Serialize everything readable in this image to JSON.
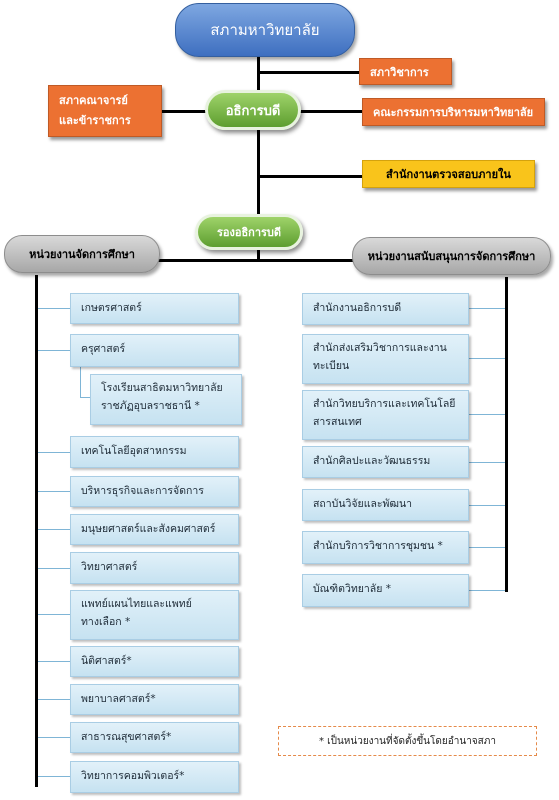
{
  "top": "สภามหาวิทยาลัย",
  "council_academic": "สภาวิชาการ",
  "senate": [
    "สภาคณาจารย์",
    "และข้าราชการ"
  ],
  "president": "อธิการบดี",
  "exec_committee": "คณะกรรมการบริหารมหาวิทยาลัย",
  "audit": "สำนักงานตรวจสอบภายใน",
  "vice_president": "รองอธิการบดี",
  "left_group": "หน่วยงานจัดการศึกษา",
  "right_group": "หน่วยงานสนับสนุนการจัดการศึกษา",
  "left_units": [
    [
      "เกษตรศาสตร์"
    ],
    [
      "ครุศาสตร์"
    ],
    [
      "โรงเรียนสาธิตมหาวิทยาลัย",
      "ราชภัฏอุบลราชธานี *"
    ],
    [
      "เทคโนโลยีอุตสาหกรรม"
    ],
    [
      "บริหารธุรกิจและการจัดการ"
    ],
    [
      "มนุษยศาสตร์และสังคมศาสตร์"
    ],
    [
      "วิทยาศาสตร์"
    ],
    [
      "แพทย์แผนไทยและแพทย์",
      "ทางเลือก *"
    ],
    [
      "นิติศาสตร์*"
    ],
    [
      "พยาบาลศาสตร์*"
    ],
    [
      "สาธารณสุขศาสตร์*"
    ],
    [
      "วิทยาการคอมพิวเตอร์*"
    ]
  ],
  "right_units": [
    [
      "สำนักงานอธิการบดี"
    ],
    [
      "สำนักส่งเสริมวิชาการและงาน",
      "ทะเบียน"
    ],
    [
      "สำนักวิทยบริการและเทคโนโลยี",
      "สารสนเทศ"
    ],
    [
      "สำนักศิลปะและวัฒนธรรม"
    ],
    [
      "สถาบันวิจัยและพัฒนา"
    ],
    [
      "สำนักบริการวิชาการชุมชน *"
    ],
    [
      "บัณฑิตวิทยาลัย  *"
    ]
  ],
  "note": "* เป็นหน่วยงานที่จัดตั้งขึ้นโดยอำนาจสภา",
  "colors": {
    "blue": "#4a7ac8",
    "green": "#6aac3a",
    "orange": "#ec7132",
    "yellow": "#f9c41b",
    "gray": "#b5b5b5",
    "unit": "#cfe7f4"
  }
}
